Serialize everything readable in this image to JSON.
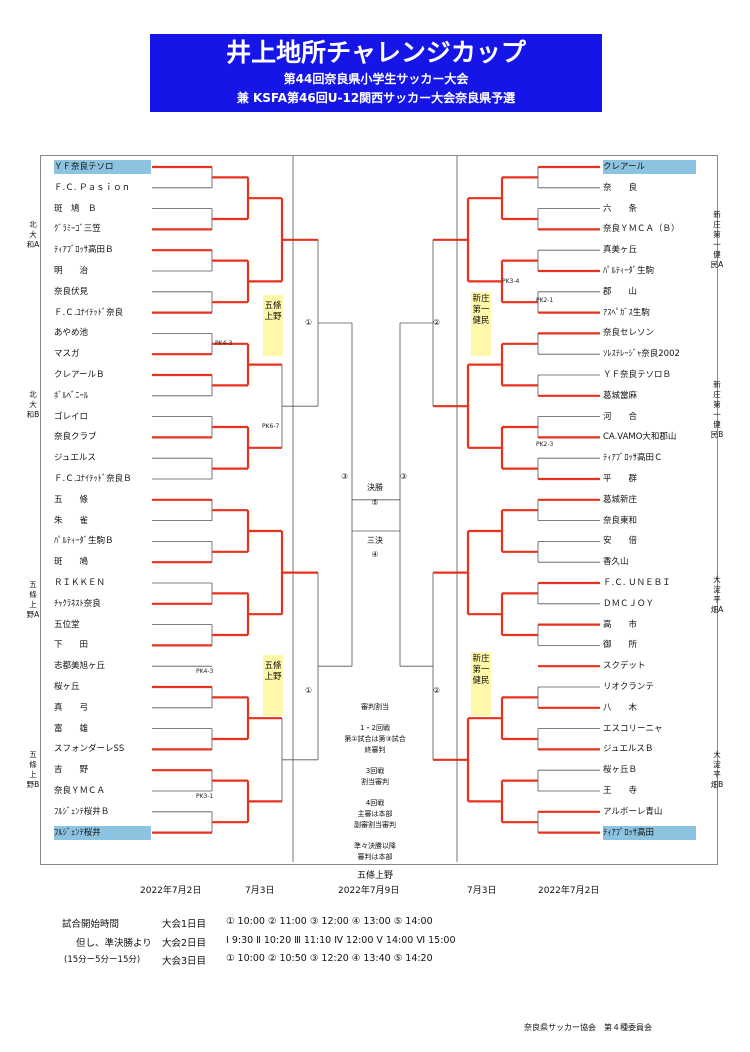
{
  "banner": {
    "title": "井上地所チャレンジカップ",
    "subtitle": "第44回奈良県小学生サッカー大会",
    "subtitle2": "兼 KSFA第46回U-12関西サッカー大会奈良県予選"
  },
  "left_teams": [
    "ＹＦ奈良テソロ",
    "Ｆ.Ｃ. Ｐａｓｉｏｎ",
    "斑　鳩　Ｂ",
    "ｸﾞﾗﾐｰｺﾞ三笠",
    "ﾃｨｱﾌﾞﾛｯｻ高田Ｂ",
    "明　　治",
    "奈良伏見",
    "Ｆ.Ｃ.ﾕﾅｲﾃｯﾄﾞ奈良",
    "あやめ池",
    "マスガ",
    "クレアールＢ",
    "ﾎﾞﾙﾍﾞﾆｰﾙ",
    "ゴレイロ",
    "奈良クラブ",
    "ジュエルス",
    "Ｆ.Ｃ.ﾕﾅｲﾃｯﾄﾞ奈良Ｂ",
    "五　　條",
    "朱　　雀",
    "ﾊﾟﾙﾃｨｰﾀﾞ生駒Ｂ",
    "斑　　鳩",
    "ＲＩＫＫＥＮ",
    "ﾁｬｸﾗﾈｽﾄ奈良",
    "五位堂",
    "下　　田",
    "志都美旭ヶ丘",
    "桜ヶ丘",
    "真　　弓",
    "富　　雄",
    "スフォンダーレSS",
    "吉　　野",
    "奈良ＹＭＣＡ",
    "ﾌﾙｼﾞｪﾝﾃ桜井Ｂ",
    "ﾌﾙｼﾞｪﾝﾃ桜井"
  ],
  "right_teams": [
    "クレアール",
    "奈　　良",
    "六　　条",
    "奈良ＹＭＣＡ（Ｂ）",
    "真美ヶ丘",
    "ﾊﾟﾙﾃｨｰﾀﾞ生駒",
    "郡　　山",
    "ｱｽﾍﾟｶﾞｽ生駒",
    "奈良セレソン",
    "ｿﾚｽﾃﾚｰｼﾞｬ奈良2002",
    "ＹＦ奈良テソロＢ",
    "葛城當麻",
    "河　　合",
    "CA.VAMO大和郡山",
    "ﾃｨｱﾌﾞﾛｯｻ高田Ｃ",
    "平　　群",
    "葛城新庄",
    "奈良東和",
    "安　　倍",
    "香久山",
    "Ｆ.Ｃ. ＵＮＥＢＩ",
    "ＤＭＣＪＯＹ",
    "高　　市",
    "御　　所",
    "スクデット",
    "リオクランテ",
    "八　　木",
    "エスコリーニャ",
    "ジュエルスＢ",
    "桜ヶ丘Ｂ",
    "王　　寺",
    "アルボーレ青山",
    "ﾃｨｱﾌﾞﾛｯｻ高田"
  ],
  "groups": {
    "l1": "北大和A",
    "l2": "北大和B",
    "l3": "五條上野A",
    "l4": "五條上野B",
    "r1": "新庄第一健民A",
    "r2": "新庄第一健民B",
    "r3": "大淀平畑A",
    "r4": "大淀平畑B"
  },
  "venues": {
    "lv1": "五條上野",
    "lv2": "五條上野",
    "rv1": "新庄第一健民",
    "rv2": "新庄第一健民"
  },
  "pk": {
    "p1": "PK4-3",
    "p2": "PK6-7",
    "p3": "PK4-3",
    "p4": "PK3-1",
    "p5": "PK3-4",
    "p6": "PK2-1",
    "p7": "PK2-3"
  },
  "center": {
    "m1": "①",
    "m2": "②",
    "m3": "③",
    "m4": "③",
    "m5": "①",
    "m6": "②",
    "final_label": "決勝",
    "final_num": "⑤",
    "third_label": "三決",
    "third_num": "④",
    "ref_title": "審判割当",
    "ref1a": "1・2回戦",
    "ref1b": "第①試合は第③試合",
    "ref1c": "終審判",
    "ref2a": "3回戦",
    "ref2b": "割当審判",
    "ref3a": "4回戦",
    "ref3b": "主審は本部",
    "ref3c": "副審割当審判",
    "ref4a": "準々決勝以降",
    "ref4b": "審判は本部",
    "venue_final": "五條上野",
    "date_final": "2022年7月9日"
  },
  "dates": {
    "l_r1": "2022年7月2日",
    "l_r2": "7月3日",
    "r_r2": "7月3日",
    "r_r1": "2022年7月2日"
  },
  "schedule": {
    "title": "試合開始時間",
    "note1": "但し、準決勝より",
    "note2": "(15分ー5分ー15分)",
    "d1_label": "大会1日目",
    "d1": "① 10:00  ② 11:00  ③ 12:00  ④ 13:00  ⑤ 14:00",
    "d2_label": "大会2日目",
    "d2": "Ⅰ  9:30  Ⅱ 10:20  Ⅲ 11:10  Ⅳ 12:00  Ⅴ 14:00  Ⅵ 15:00",
    "d3_label": "大会3日目",
    "d3": "① 10:00  ② 10:50  ③ 12:20  ④ 13:40  ⑤ 14:20"
  },
  "footer": "奈良県サッカー協会　第４種委員会",
  "colors": {
    "banner": "#1515e8",
    "highlight": "#8cc3e0",
    "venue": "#fff8a8",
    "winner_line": "#e8321e"
  }
}
